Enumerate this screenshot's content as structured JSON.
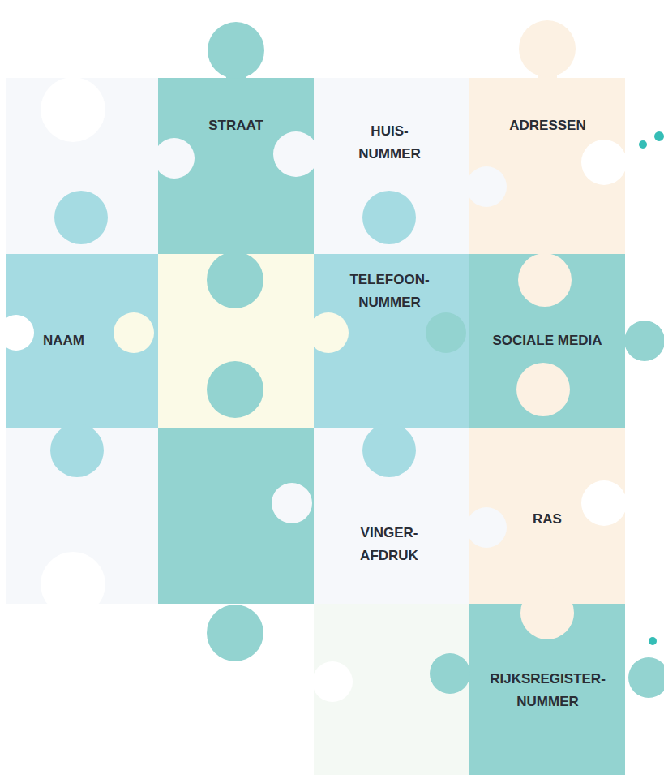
{
  "diagram": {
    "nodes": [
      {
        "text": [
          "STRAAT"
        ]
      },
      {
        "text": [
          "HUIS- NUMMER"
        ]
      },
      {
        "text": [
          "ADRESSEN"
        ]
      },
      {
        "text": [
          "NAAM"
        ]
      },
      {
        "text": [
          "TELEFOON- NUMMER"
        ]
      },
      {
        "text": [
          "SOCIALE MEDIA"
        ]
      },
      {
        "text": [
          "VINGER- AFDRUK"
        ]
      },
      {
        "text": [
          "RAS"
        ]
      },
      {
        "text": [
          "RIJKSREGISTER- NUMMER"
        ]
      }
    ]
  }
}
